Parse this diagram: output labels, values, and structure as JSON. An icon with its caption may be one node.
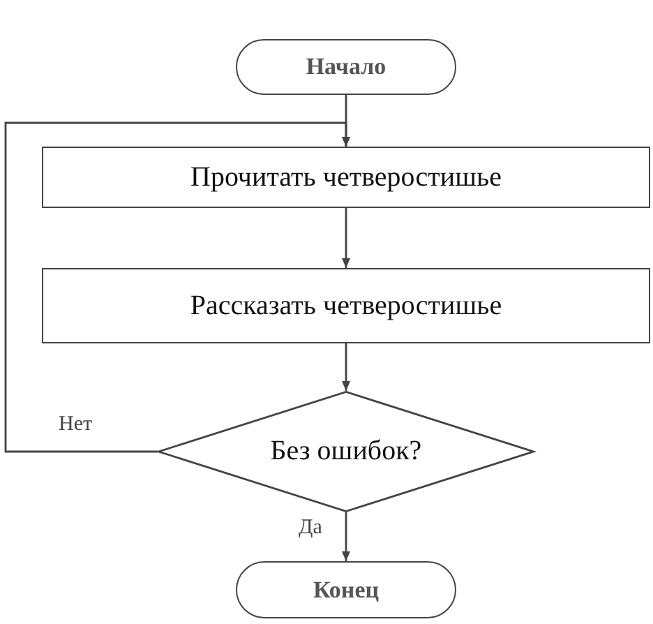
{
  "diagram": {
    "nodes": [
      {
        "text": [
          "Начало"
        ]
      },
      {
        "text": [
          "Прочитать четверостишье"
        ]
      },
      {
        "text": [
          "Рассказать четверостишье"
        ]
      },
      {
        "text": [
          "Без ошибок?"
        ]
      },
      {
        "text": [
          "Конец"
        ]
      }
    ],
    "edges": [
      {
        "from": 0,
        "to": 1,
        "arrow": "to"
      },
      {
        "from": 3,
        "to": 1,
        "arrow": "to",
        "label": "Нет"
      },
      {
        "from": 1,
        "to": 2,
        "arrow": "to"
      },
      {
        "from": 2,
        "to": 3,
        "arrow": "to"
      },
      {
        "from": 3,
        "to": 4,
        "arrow": "to",
        "label": "Да"
      }
    ]
  }
}
